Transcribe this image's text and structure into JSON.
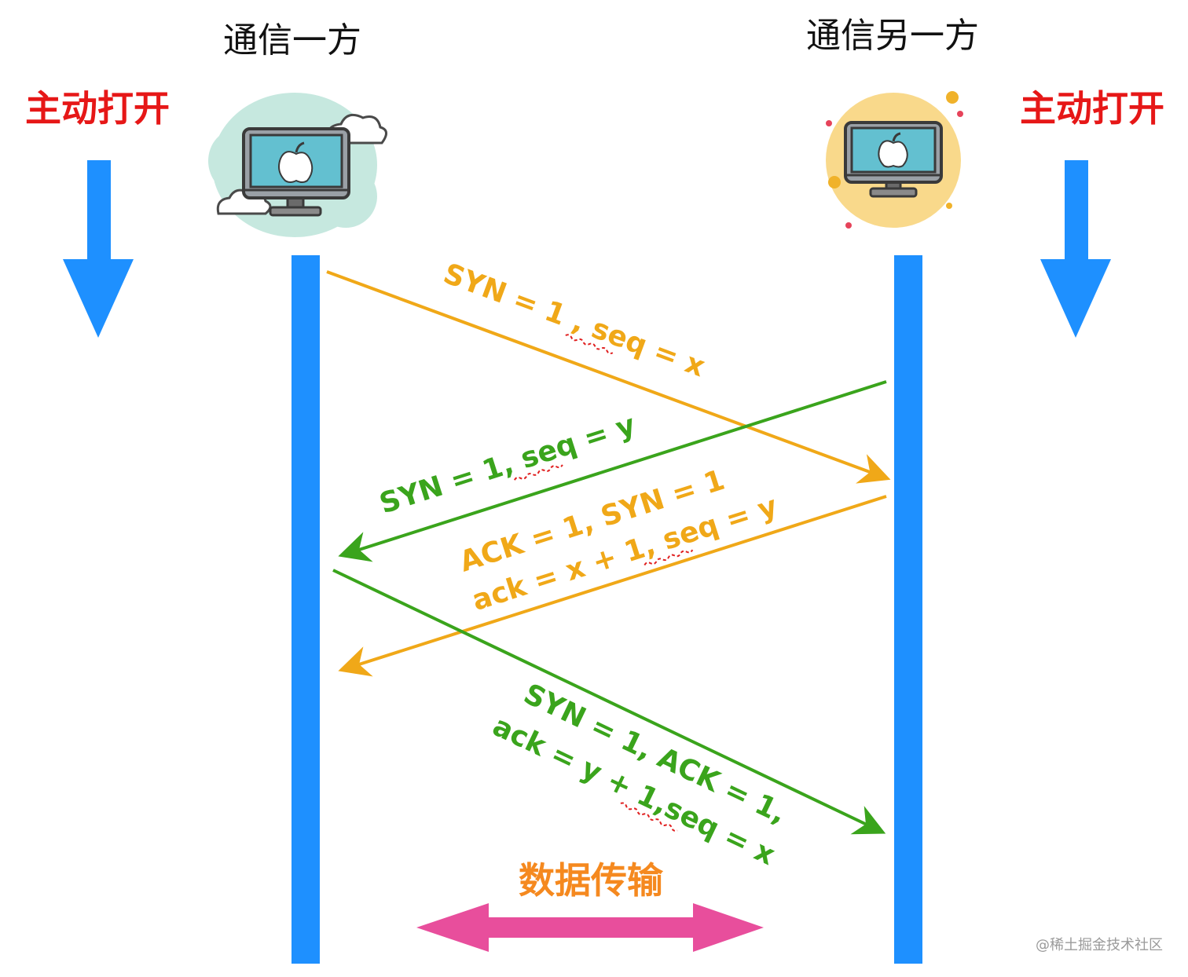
{
  "hosts": {
    "left": {
      "title": "通信一方",
      "mode": "主动打开"
    },
    "right": {
      "title": "通信另一方",
      "mode": "主动打开"
    }
  },
  "messages": [
    {
      "lines": [
        "SYN = 1 , seq = x"
      ],
      "color": "#f0a818"
    },
    {
      "lines": [
        "SYN = 1, seq = y"
      ],
      "color": "#3aa41c"
    },
    {
      "lines": [
        "ACK = 1, SYN = 1",
        "ack = x + 1, seq = y"
      ],
      "color": "#f0a818"
    },
    {
      "lines": [
        "SYN = 1, ACK = 1,",
        "ack = y + 1,seq = x"
      ],
      "color": "#3aa41c"
    }
  ],
  "data_transfer": {
    "label": "数据传输",
    "color": "#e84e9c"
  },
  "watermark": "@稀土掘金技术社区",
  "colors": {
    "timeline": "#1e90ff",
    "active_label": "#e61717",
    "direction_arrow": "#1e90ff"
  },
  "icons": {
    "left": "computer-cloud-icon",
    "right": "computer-sun-icon"
  }
}
